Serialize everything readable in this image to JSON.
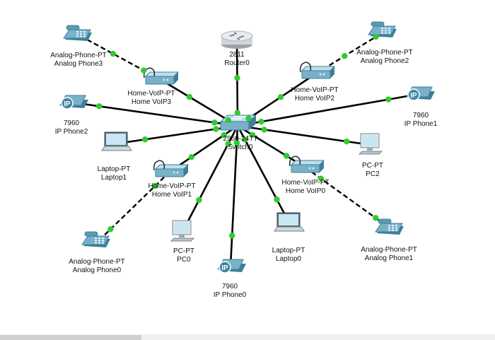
{
  "colors": {
    "link": "#000000",
    "link_up": "#2ecc2e",
    "device_fill": "#79b2c8",
    "device_dark": "#3d7f99",
    "device_light": "#bfe0ee",
    "router_fill": "#d2d6da",
    "screen": "#c9e6f2"
  },
  "devices": [
    {
      "id": "router0",
      "icon": "router-icon",
      "line1": "2811",
      "line2": "Router0"
    },
    {
      "id": "switch0",
      "icon": "switch-icon",
      "line1": "2960-24TT",
      "line2": "Switch0"
    },
    {
      "id": "homevoip3",
      "icon": "home-voip-icon",
      "line1": "Home-VoIP-PT",
      "line2": "Home VoIP3"
    },
    {
      "id": "homevoip2",
      "icon": "home-voip-icon",
      "line1": "Home-VoIP-PT",
      "line2": "Home VoIP2"
    },
    {
      "id": "homevoip1",
      "icon": "home-voip-icon",
      "line1": "Home-VoIP-PT",
      "line2": "Home VoIP1"
    },
    {
      "id": "homevoip0",
      "icon": "home-voip-icon",
      "line1": "Home-VoIP-PT",
      "line2": "Home VoIP0"
    },
    {
      "id": "analog3",
      "icon": "analog-phone-icon",
      "line1": "Analog-Phone-PT",
      "line2": "Analog Phone3"
    },
    {
      "id": "analog2",
      "icon": "analog-phone-icon",
      "line1": "Analog-Phone-PT",
      "line2": "Analog Phone2"
    },
    {
      "id": "analog0",
      "icon": "analog-phone-icon",
      "line1": "Analog-Phone-PT",
      "line2": "Analog Phone0"
    },
    {
      "id": "analog1",
      "icon": "analog-phone-icon",
      "line1": "Analog-Phone-PT",
      "line2": "Analog Phone1"
    },
    {
      "id": "ipphone2",
      "icon": "ip-phone-icon",
      "line1": "7960",
      "line2": "IP Phone2"
    },
    {
      "id": "ipphone1",
      "icon": "ip-phone-icon",
      "line1": "7960",
      "line2": "IP Phone1"
    },
    {
      "id": "ipphone0",
      "icon": "ip-phone-icon",
      "line1": "7960",
      "line2": "IP Phone0"
    },
    {
      "id": "laptop1",
      "icon": "laptop-icon",
      "line1": "Laptop-PT",
      "line2": "Laptop1"
    },
    {
      "id": "laptop0",
      "icon": "laptop-icon",
      "line1": "Laptop-PT",
      "line2": "Laptop0"
    },
    {
      "id": "pc2",
      "icon": "pc-icon",
      "line1": "PC-PT",
      "line2": "PC2"
    },
    {
      "id": "pc0",
      "icon": "pc-icon",
      "line1": "PC-PT",
      "line2": "PC0"
    }
  ],
  "links": [
    {
      "a": "switch0",
      "b": "router0",
      "style": "solid"
    },
    {
      "a": "switch0",
      "b": "homevoip3",
      "style": "solid"
    },
    {
      "a": "switch0",
      "b": "homevoip2",
      "style": "solid"
    },
    {
      "a": "switch0",
      "b": "ipphone2",
      "style": "solid"
    },
    {
      "a": "switch0",
      "b": "ipphone1",
      "style": "solid"
    },
    {
      "a": "switch0",
      "b": "laptop1",
      "style": "solid"
    },
    {
      "a": "switch0",
      "b": "pc2",
      "style": "solid"
    },
    {
      "a": "switch0",
      "b": "homevoip1",
      "style": "solid"
    },
    {
      "a": "switch0",
      "b": "homevoip0",
      "style": "solid"
    },
    {
      "a": "switch0",
      "b": "pc0",
      "style": "solid"
    },
    {
      "a": "switch0",
      "b": "ipphone0",
      "style": "solid"
    },
    {
      "a": "switch0",
      "b": "laptop0",
      "style": "solid"
    },
    {
      "a": "homevoip3",
      "b": "analog3",
      "style": "dashed"
    },
    {
      "a": "homevoip2",
      "b": "analog2",
      "style": "dashed"
    },
    {
      "a": "homevoip1",
      "b": "analog0",
      "style": "dashed"
    },
    {
      "a": "homevoip0",
      "b": "analog1",
      "style": "dashed"
    }
  ]
}
